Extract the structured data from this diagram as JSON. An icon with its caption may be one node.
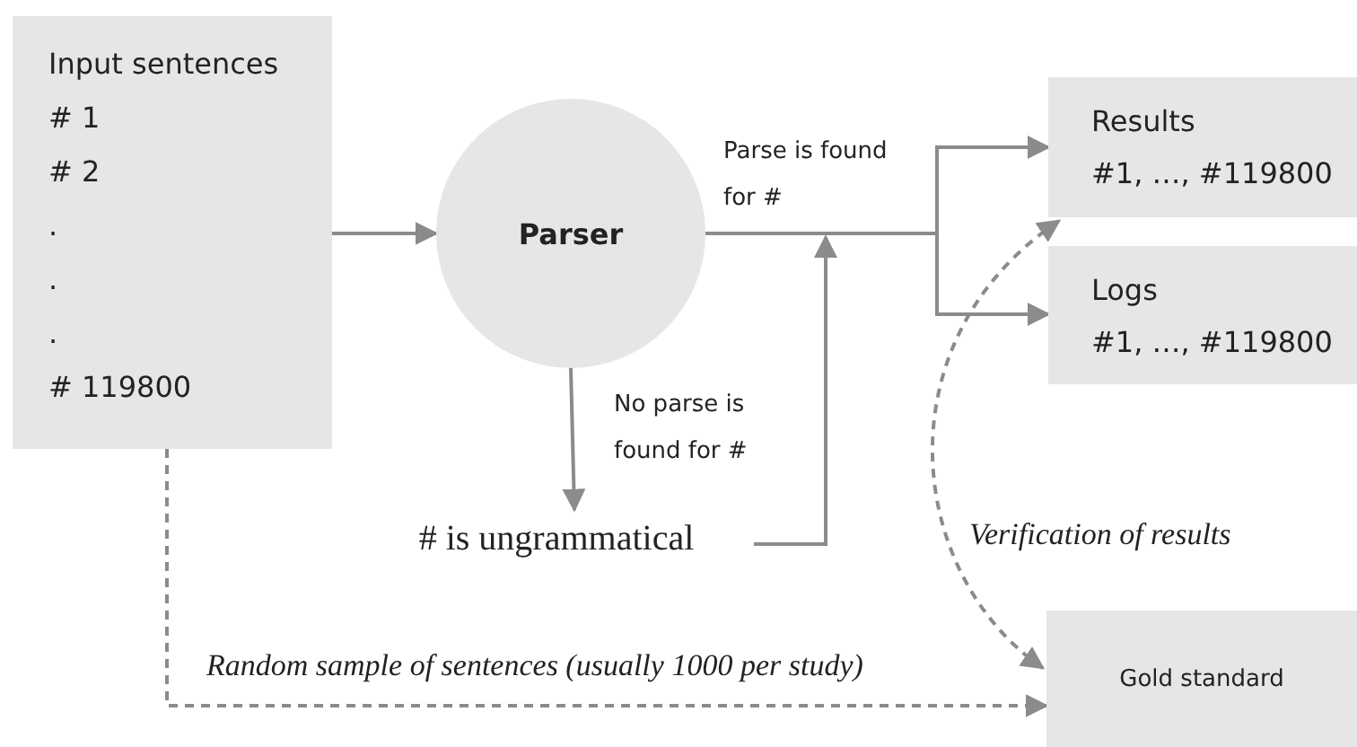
{
  "diagram": {
    "nodes": [
      {
        "text": [
          "Input sentences",
          "# 1",
          "# 2",
          ".",
          ".",
          ".",
          "# 119800"
        ]
      },
      {
        "text": [
          "Parser"
        ]
      },
      {
        "text": [
          "Results",
          "#1, …, #119800"
        ]
      },
      {
        "text": [
          "Logs",
          "#1, …, #119800"
        ]
      },
      {
        "text": [
          "# is ungrammatical"
        ]
      },
      {
        "text": [
          "Gold standard"
        ]
      }
    ],
    "edges": [
      {
        "from": 0,
        "to": 1,
        "arrow": "to"
      },
      {
        "from": 1,
        "to": 2,
        "arrow": "to",
        "label": "Parse is found for #"
      },
      {
        "from": 1,
        "to": 3,
        "arrow": "to"
      },
      {
        "from": 1,
        "to": 4,
        "arrow": "to",
        "label": "No parse is found for #"
      },
      {
        "from": 4,
        "to": 2,
        "arrow": "to"
      },
      {
        "from": 4,
        "to": 3,
        "arrow": "to"
      },
      {
        "from": 0,
        "to": 5,
        "arrow": "to",
        "style": "dashed",
        "label": "Random sample of sentences (usually 1000 per study)"
      },
      {
        "from": 5,
        "to": 2,
        "arrow": "both",
        "style": "dashed",
        "label": "Verification of results"
      }
    ]
  }
}
